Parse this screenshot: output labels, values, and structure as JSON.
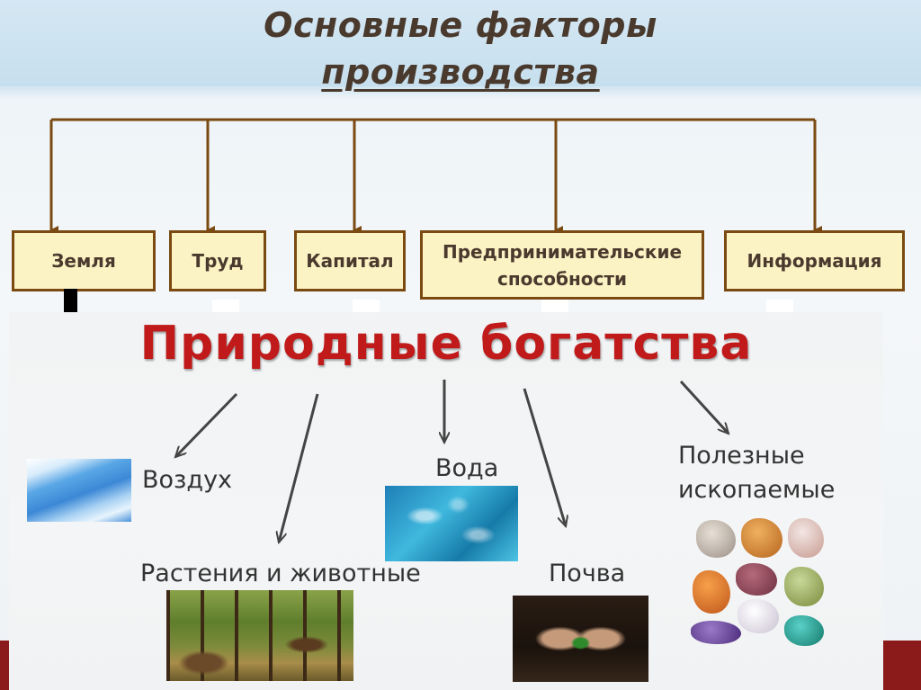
{
  "top": {
    "title_line1": "Основные факторы",
    "title_line2": "производства"
  },
  "factors": [
    {
      "label": "Земля"
    },
    {
      "label": "Труд"
    },
    {
      "label": "Капитал"
    },
    {
      "label": "Предпринимательские способности"
    },
    {
      "label": "Информация"
    }
  ],
  "overlay": {
    "title": "Природные богатства",
    "resources": [
      {
        "label": "Воздух",
        "image": "sky-clouds"
      },
      {
        "label": "Вода",
        "image": "water-surface"
      },
      {
        "label": "Полезные ископаемые",
        "image": "minerals"
      },
      {
        "label": "Растения и животные",
        "image": "forest-with-bear"
      },
      {
        "label": "Почва",
        "image": "hands-holding-seedling"
      }
    ]
  },
  "colors": {
    "top_title": "#4a3a2e",
    "box_fill": "#fbf3c4",
    "box_border": "#7a4a12",
    "arrow": "#7a4a12",
    "overlay_title": "#c01a1a",
    "resource_text": "#333333"
  }
}
